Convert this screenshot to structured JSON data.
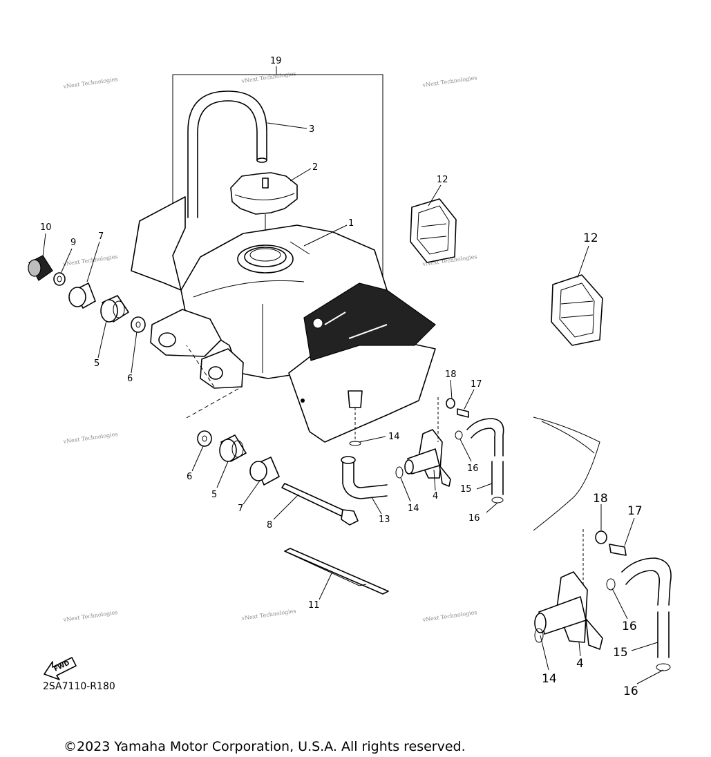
{
  "watermark": "vNext Technologies",
  "diagram_code": "2SA7110-R180",
  "fwd_label": "FWD",
  "copyright": "©2023 Yamaha Motor Corporation, U.S.A. All rights reserved.",
  "callouts": {
    "n1": "1",
    "n2": "2",
    "n3": "3",
    "n4": "4",
    "n5": "5",
    "n6": "6",
    "n7": "7",
    "n8": "8",
    "n9": "9",
    "n10": "10",
    "n11": "11",
    "n12": "12",
    "n13": "13",
    "n14": "14",
    "n15": "15",
    "n16": "16",
    "n17": "17",
    "n18": "18",
    "n19": "19"
  }
}
